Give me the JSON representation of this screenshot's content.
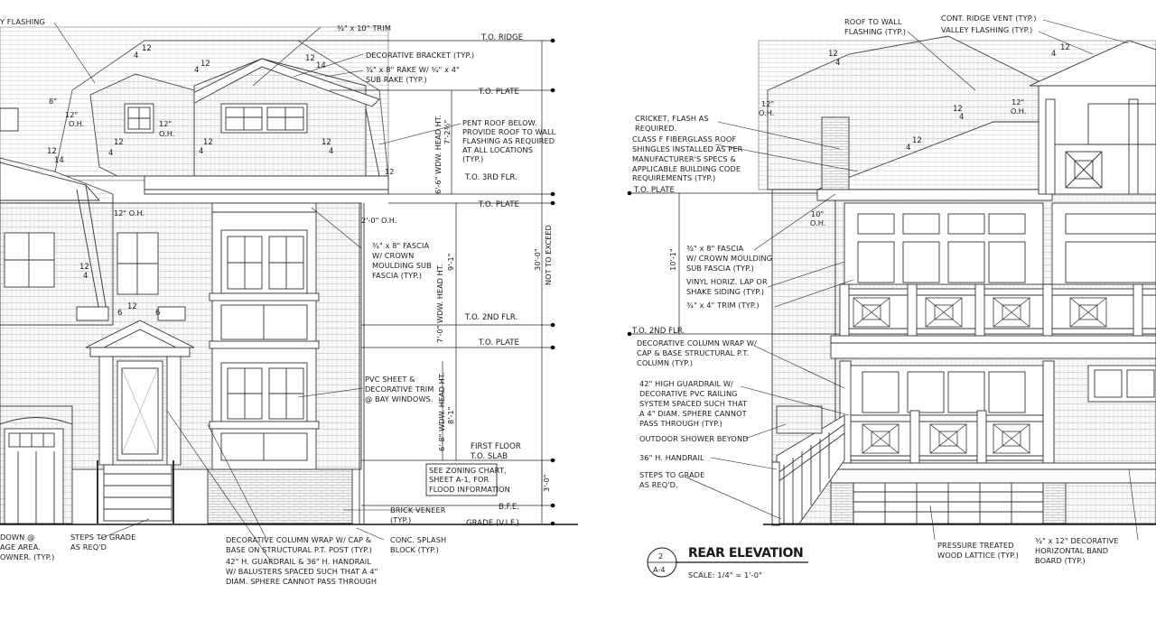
{
  "front": {
    "notes": {
      "flashing": "Y FLASHING",
      "trim_10": "¾\" x 10\" TRIM",
      "bracket": "DECORATIVE BRACKET (TYP.)",
      "rake1": "¾\" x 8\" RAKE W/ ¾\" x 4\"",
      "rake2": "SUB RAKE (TYP.)",
      "pent1": "PENT ROOF BELOW.",
      "pent2": "PROVIDE ROOF TO WALL",
      "pent3": "FLASHING AS REQUIRED",
      "pent4": "AT ALL LOCATIONS",
      "pent5": "(TYP.)",
      "fascia1": "¾\" x 8\" FASCIA",
      "fascia2": "W/ CROWN",
      "fascia3": "MOULDING SUB",
      "fascia4": "FASCIA (TYP.)",
      "pvc1": "PVC SHEET &",
      "pvc2": "DECORATIVE TRIM",
      "pvc3": "@ BAY WINDOWS.",
      "zoning1": "SEE ZONING CHART,",
      "zoning2": "SHEET A-1, FOR",
      "zoning3": "FLOOD INFORMATION",
      "brick1": "BRICK VENEER",
      "brick2": "(TYP.)",
      "steps1": "STEPS TO GRADE",
      "steps2": "AS REQ'D",
      "down1": "DOWN @",
      "down2": "AGE AREA.",
      "down3": "OWNER. (TYP.)",
      "col1": "DECORATIVE COLUMN WRAP W/ CAP &",
      "col2": "BASE ON STRUCTURAL P.T. POST (TYP.)",
      "rail1": "42\" H. GUARDRAIL & 36\" H. HANDRAIL",
      "rail2": "W/ BALUSTERS SPACED SUCH THAT A 4\"",
      "rail3": "DIAM. SPHERE CANNOT PASS THROUGH",
      "splash1": "CONC. SPLASH",
      "splash2": "BLOCK (TYP.)"
    },
    "levels": {
      "ridge": "T.O. RIDGE",
      "plate_top": "T.O. PLATE",
      "third": "T.O. 3RD FLR.",
      "plate_3": "T.O. PLATE",
      "second": "T.O. 2ND FLR.",
      "plate_2": "T.O. PLATE",
      "first1": "FIRST FLOOR",
      "first2": "T.O. SLAB",
      "bfe": "B.F.E.",
      "grade": "GRADE (V.I.F.)"
    },
    "dims": {
      "head_3": "6'-6\" WDW. HEAD HT.",
      "plate_3": "7'-2½\"",
      "head_2": "7'-0\" WDW. HEAD HT.",
      "floor_2": "9'-1\"",
      "head_1": "6'-8\" WDW. HEAD HT.",
      "floor_1": "8'-1\"",
      "base": "3'-0\"",
      "total": "30'-0\"",
      "not_exceed": "NOT TO EXCEED",
      "overhang_2": "2'-0\" O.H.",
      "overhang_12": "12\" O.H.",
      "o8": "8\"",
      "oh12a": "12\"",
      "oh12b": "O.H.",
      "oh12c": "12\"",
      "oh12d": "O.H.",
      "s12": "12"
    },
    "slopes": {
      "s1": "12",
      "s2": "4",
      "s3": "12",
      "s4": "14",
      "s5": "12",
      "s6": "4",
      "s7": "12",
      "s8": "4",
      "s9": "12",
      "s10": "4",
      "s11": "12",
      "s12": "4",
      "s13": "12",
      "s14": "14",
      "s15": "12",
      "s16": "4",
      "s17": "12",
      "s18": "6",
      "s19": "6"
    }
  },
  "rear": {
    "notes": {
      "roofwall1": "ROOF TO WALL",
      "roofwall2": "FLASHING (TYP.)",
      "ridgevent": "CONT. RIDGE VENT (TYP.)",
      "valley": "VALLEY FLASHING (TYP.)",
      "cricket1": "CRICKET, FLASH AS",
      "cricket2": "REQUIRED.",
      "shingle1": "CLASS F FIBERGLASS ROOF",
      "shingle2": "SHINGLES INSTALLED AS PER",
      "shingle3": "MANUFACTURER'S SPECS &",
      "shingle4": "APPLICABLE BUILDING CODE",
      "shingle5": "REQUIREMENTS (TYP.)",
      "fascia1": "¾\" x 8\" FASCIA",
      "fascia2": "W/ CROWN MOULDING",
      "fascia3": "SUB FASCIA (TYP.)",
      "vinyl1": "VINYL HORIZ. LAP OR",
      "vinyl2": "SHAKE SIDING (TYP.)",
      "trim4": "¾\" x 4\" TRIM (TYP.)",
      "col1": "DECORATIVE COLUMN WRAP W/",
      "col2": "CAP & BASE STRUCTURAL P.T.",
      "col3": "COLUMN (TYP.)",
      "guard1": "42\" HIGH GUARDRAIL W/",
      "guard2": "DECORATIVE PVC RAILING",
      "guard3": "SYSTEM SPACED SUCH THAT",
      "guard4": "A 4\" DIAM. SPHERE CANNOT",
      "guard5": "PASS THROUGH (TYP.)",
      "shower": "OUTDOOR SHOWER BEYOND",
      "handrail": "36\" H. HANDRAIL",
      "steps1": "STEPS TO GRADE",
      "steps2": "AS REQ'D.",
      "lattice1": "PRESSURE TREATED",
      "lattice2": "WOOD LATTICE (TYP.)",
      "band1": "¾\" x 12\" DECORATIVE",
      "band2": "HORIZONTAL BAND",
      "band3": "BOARD (TYP.)"
    },
    "levels": {
      "plate": "T.O. PLATE",
      "second": "T.O. 2ND FLR."
    },
    "dims": {
      "height": "10'-1\"",
      "oh10": "10\"",
      "oh10b": "O.H.",
      "oh12": "12\"",
      "oh12b": "O.H.",
      "oh12c": "12\"",
      "oh12d": "O.H."
    },
    "slopes": {
      "s1": "12",
      "s2": "4",
      "s3": "12",
      "s4": "4",
      "s5": "12",
      "s6": "4",
      "s7": "12",
      "s8": "4"
    },
    "title": {
      "name": "REAR ELEVATION",
      "scale": "SCALE: 1/4\" = 1'-0\"",
      "number": "2",
      "sheet": "A-4"
    }
  }
}
